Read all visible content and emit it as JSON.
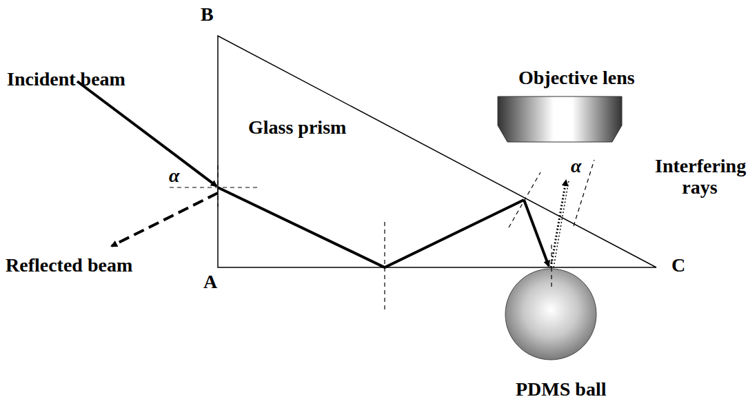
{
  "diagram": {
    "nodes": [
      {
        "text": [
          "Glass prism"
        ]
      },
      {
        "text": [
          "Objective lens"
        ]
      },
      {
        "text": [
          "PDMS ball"
        ]
      }
    ],
    "labels": [
      "B",
      "Incident beam",
      "α",
      "Reflected beam",
      "A",
      "α",
      "Interfering rays",
      "C"
    ]
  }
}
